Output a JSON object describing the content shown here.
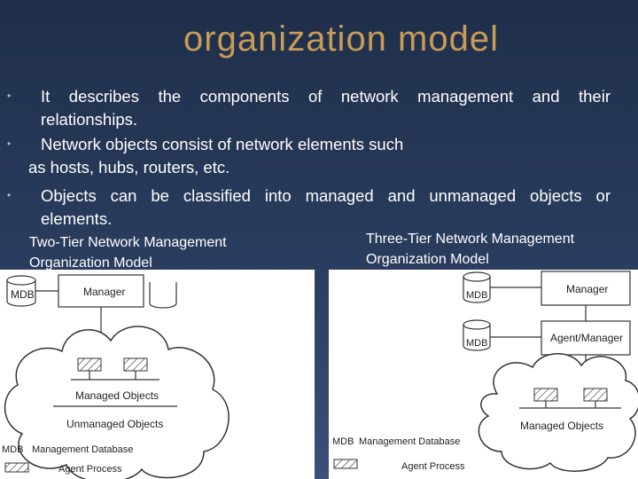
{
  "slide": {
    "title": "organization model",
    "bullets": {
      "b1_line1": "It describes the components of network management and their",
      "b1_line2": "relationships.",
      "b2_line1": "Network objects consist of network elements such",
      "b2_line2": "as hosts, hubs, routers, etc.",
      "b3_line1": "Objects can be classified into managed and unmanaged objects or",
      "b3_line2": "elements."
    },
    "captions": {
      "two_tier_line1": "Two-Tier Network Management",
      "two_tier_line2": "Organization Model",
      "three_tier_line1": "Three-Tier Network Management",
      "three_tier_line2": "Organization Model"
    }
  },
  "two_tier": {
    "mdb": "MDB",
    "manager": "Manager",
    "managed_objects": "Managed Objects",
    "unmanaged_objects": "Unmanaged Objects",
    "legend_mdb_abbr": "MDB",
    "legend_mdb_text": "Management Database",
    "legend_agent": "Agent Process"
  },
  "three_tier": {
    "mdb_top": "MDB",
    "mdb_bottom": "MDB",
    "manager": "Manager",
    "agent_manager": "Agent/Manager",
    "managed_objects": "Managed Objects",
    "legend_mdb_abbr": "MDB",
    "legend_mdb_text": "Management Database",
    "legend_agent": "Agent Process"
  }
}
